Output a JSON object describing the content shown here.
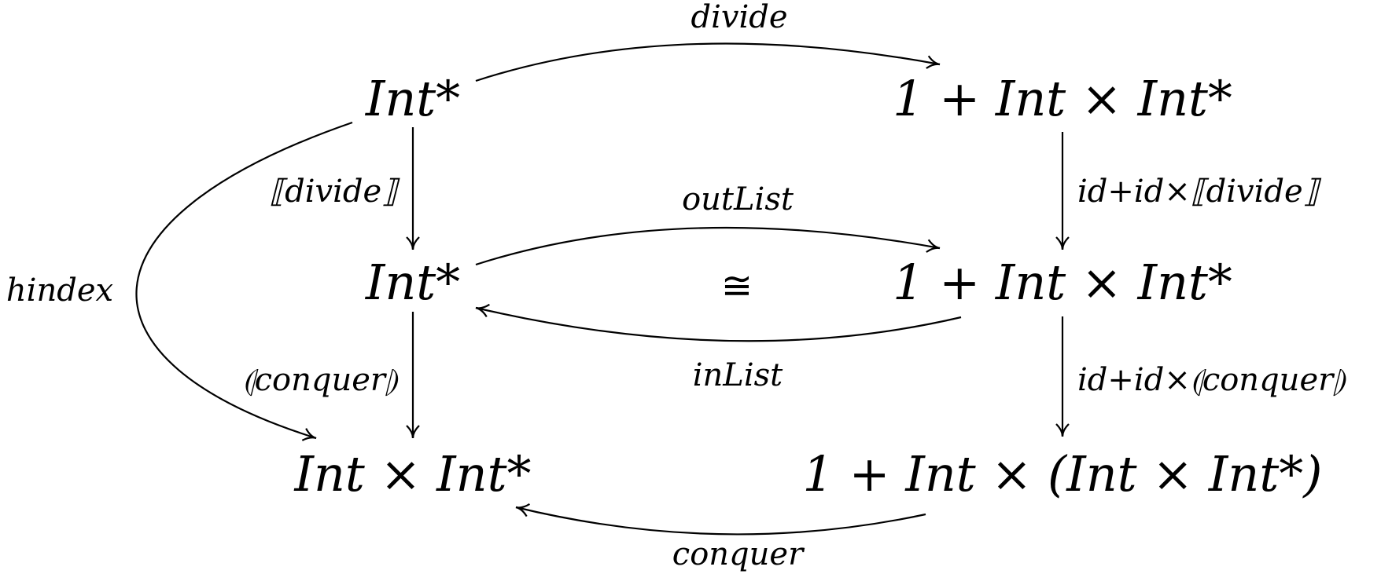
{
  "nodes": {
    "top_left": "Int*",
    "top_right": "1 + Int × Int*",
    "mid_left": "Int*",
    "mid_right": "1 + Int × Int*",
    "bot_left": "Int × Int*",
    "bot_right": "1 + Int × (Int × Int*)"
  },
  "labels": {
    "divide_top": "divide",
    "ana_divide": "⟦divide⟧",
    "fmap_divide": "id+id×⟦divide⟧",
    "out_list": "outList",
    "in_list": "inList",
    "iso": "≅",
    "hindex": "hindex",
    "cata_conquer": "⦇conquer⦈",
    "fmap_conquer": "id+id×⦇conquer⦈",
    "conquer_bottom": "conquer"
  },
  "colors": {
    "ink": "#000000",
    "background": "#ffffff"
  }
}
